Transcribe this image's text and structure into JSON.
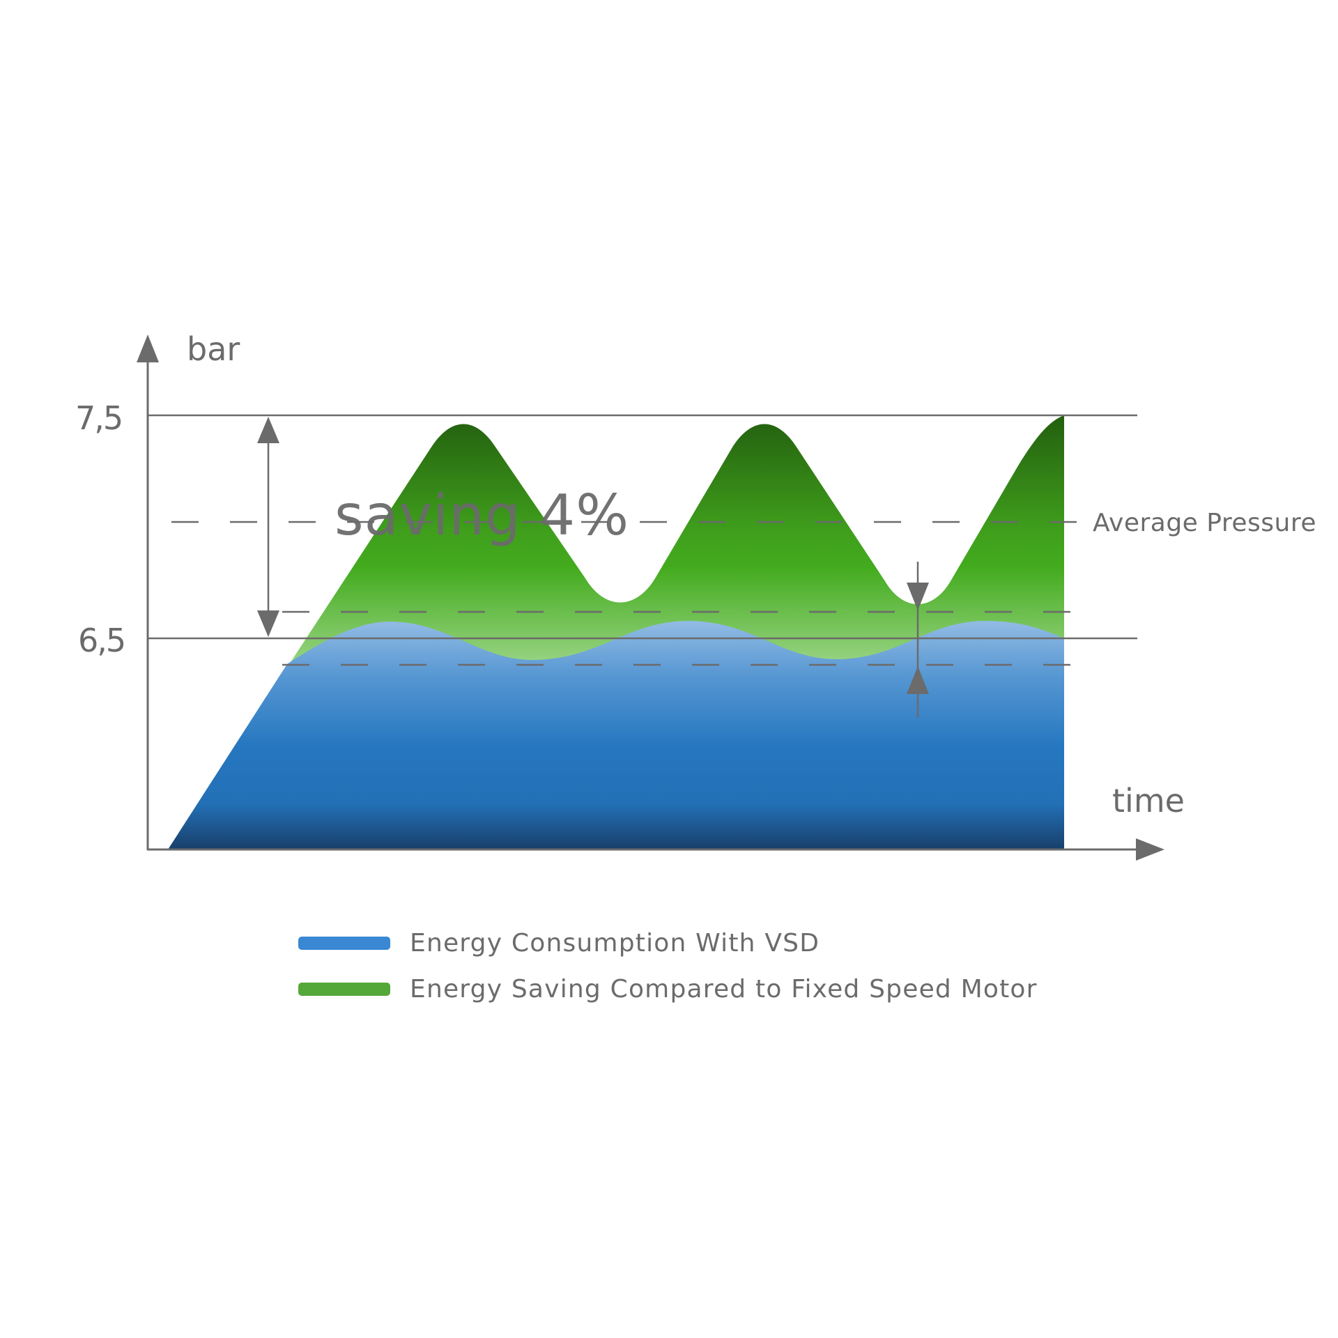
{
  "chart_data": {
    "type": "area",
    "title": "",
    "xlabel": "time",
    "ylabel": "bar",
    "y_ticks": [
      "7,5",
      "6,5"
    ],
    "y_tick_values": [
      7.5,
      6.5
    ],
    "reference_lines": [
      {
        "label": "Average Pressure",
        "style": "dashed"
      },
      {
        "label": "",
        "style": "dashed",
        "note": "upper band of VSD pressure"
      },
      {
        "label": "",
        "style": "dashed",
        "note": "lower band of VSD pressure"
      }
    ],
    "annotation": "saving 4%",
    "series": [
      {
        "name": "Energy Consumption With VSD",
        "color": "#3a87d4",
        "description": "nearly constant pressure oscillating tightly around 6,5 bar",
        "x": [
          0,
          0.2,
          0.35,
          0.54,
          0.75,
          0.95,
          1.0
        ],
        "values": [
          6.35,
          6.57,
          6.38,
          6.57,
          6.38,
          6.57,
          6.5
        ]
      },
      {
        "name": "Energy Saving Compared to Fixed Speed Motor",
        "color": "#54a83a",
        "description": "fixed speed motor pressure cycling between ~6,62 and 7,5 bar",
        "x": [
          0.0,
          0.3,
          0.5,
          0.7,
          0.9,
          1.0
        ],
        "values": [
          6.35,
          7.5,
          6.62,
          7.5,
          6.62,
          7.5
        ]
      }
    ],
    "ylim": [
      5.5,
      7.7
    ],
    "legend_position": "bottom"
  },
  "axes": {
    "y_label": "bar",
    "x_label": "time",
    "tick_7_5": "7,5",
    "tick_6_5": "6,5"
  },
  "annotations": {
    "saving": "saving 4%",
    "average_pressure": "Average Pressure"
  },
  "legend": {
    "items": [
      {
        "label": "Energy Consumption With VSD",
        "color": "#3a87d4"
      },
      {
        "label": "Energy Saving Compared to Fixed Speed Motor",
        "color": "#54a83a"
      }
    ]
  },
  "colors": {
    "axis": "#6b6b6b",
    "green_top": "#235f0f",
    "green_mid": "#42ab1e",
    "green_low": "#8fd07a",
    "blue_top": "#8fbae3",
    "blue_mid": "#2577c0",
    "blue_bottom": "#1a426e"
  }
}
